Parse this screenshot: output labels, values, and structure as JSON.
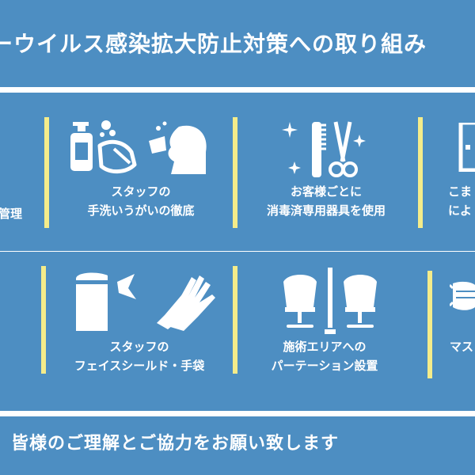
{
  "title": "ーウイルス感染拡大防止対策への取り組み",
  "row1": {
    "left_partial": "管理",
    "item1": {
      "line1": "スタッフの",
      "line2": "手洗いうがいの徹底",
      "icon": "handwash-gargle-icon"
    },
    "item2": {
      "line1": "お客様ごとに",
      "line2": "消毒済専用器具を使用",
      "icon": "comb-scissors-icon"
    },
    "right_partial_1": "こま",
    "right_partial_2": "によ"
  },
  "row2": {
    "item1": {
      "line1": "スタッフの",
      "line2": "フェイスシールド・手袋",
      "icon": "face-shield-gloves-icon"
    },
    "item2": {
      "line1": "施術エリアへの",
      "line2": "パーテーション設置",
      "icon": "chairs-partition-icon"
    },
    "right_partial": "マス"
  },
  "footer": "皆様のご理解とご協力をお願い致します",
  "colors": {
    "background": "#4d8ec2",
    "separator": "#f4ec8a",
    "foreground": "#ffffff"
  }
}
